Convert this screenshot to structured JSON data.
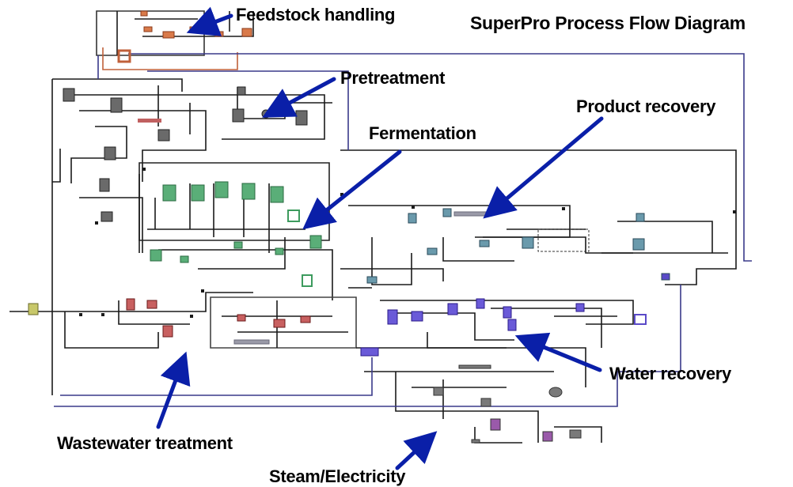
{
  "title": "SuperPro Process Flow Diagram",
  "sections": {
    "feedstock": "Feedstock handling",
    "pretreatment": "Pretreatment",
    "fermentation": "Fermentation",
    "product_recovery": "Product recovery",
    "water_recovery": "Water recovery",
    "wastewater": "Wastewater treatment",
    "steam": "Steam/Electricity"
  },
  "colors": {
    "arrow": "#0a1fa8",
    "feedstock_units": "#d97a4a",
    "pretreatment_units": "#4a4a4a",
    "fermentation_units": "#3d9b5e",
    "recovery_units": "#4a7a8c",
    "water_units": "#5a4ac8",
    "wastewater_units": "#b84a4a",
    "steam_units": "#9a4a9a",
    "streams": "#1a1a1a",
    "recycle_streams": "#3a3a8a"
  }
}
